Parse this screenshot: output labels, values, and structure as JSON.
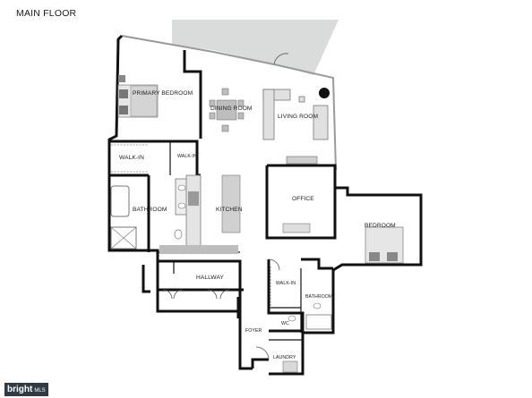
{
  "floor_title": "MAIN FLOOR",
  "rooms": {
    "primary_bedroom": "PRIMARY BEDROOM",
    "dining_room": "DINING ROOM",
    "living_room": "LIVING ROOM",
    "walk_in_primary": "WALK-IN",
    "walk_in_primary_small": "WALK-IN",
    "bathroom_primary": "BATHROOM",
    "kitchen": "KITCHEN",
    "office": "OFFICE",
    "bedroom": "BEDROOM",
    "hallway": "HALLWAY",
    "walk_in_hall": "WALK-IN",
    "bathroom_hall": "BATHROOM",
    "wc": "WC",
    "foyer": "FOYER",
    "laundry": "LAUNDRY"
  },
  "brand": {
    "name": "bright",
    "suffix": "MLS"
  },
  "colors": {
    "wall": "#111111",
    "balcony": "#d9dcdb",
    "fixture": "#9a9a9a",
    "furniture": "#bdbdbd"
  }
}
